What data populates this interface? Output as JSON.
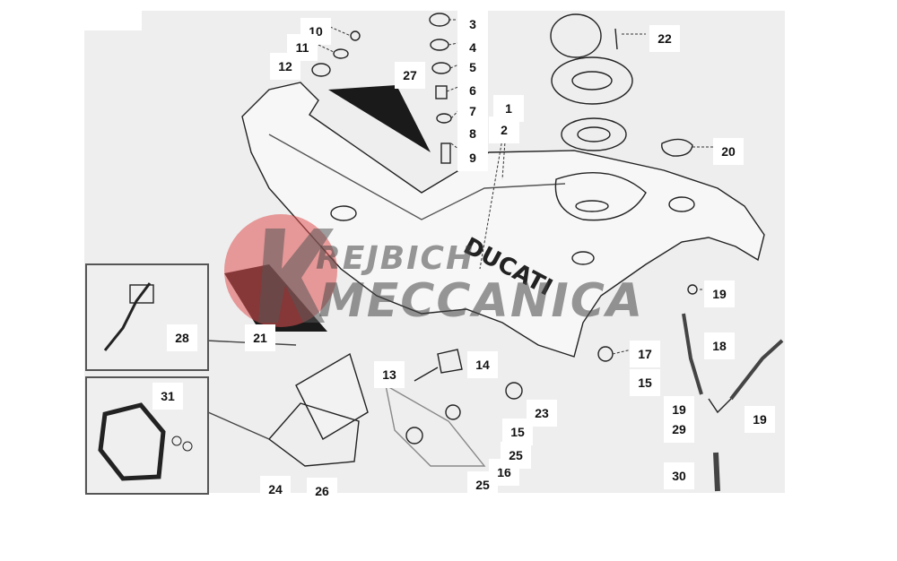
{
  "diagram": {
    "brand_decal": "DUCATI",
    "callouts": [
      {
        "id": "c1",
        "label": "1"
      },
      {
        "id": "c2",
        "label": "2"
      },
      {
        "id": "c3",
        "label": "3"
      },
      {
        "id": "c4",
        "label": "4"
      },
      {
        "id": "c5",
        "label": "5"
      },
      {
        "id": "c6",
        "label": "6"
      },
      {
        "id": "c7",
        "label": "7"
      },
      {
        "id": "c8",
        "label": "8"
      },
      {
        "id": "c9",
        "label": "9"
      },
      {
        "id": "c10",
        "label": "10"
      },
      {
        "id": "c11",
        "label": "11"
      },
      {
        "id": "c12",
        "label": "12"
      },
      {
        "id": "c13",
        "label": "13"
      },
      {
        "id": "c14",
        "label": "14"
      },
      {
        "id": "c15a",
        "label": "15"
      },
      {
        "id": "c15b",
        "label": "15"
      },
      {
        "id": "c16",
        "label": "16"
      },
      {
        "id": "c17",
        "label": "17"
      },
      {
        "id": "c18",
        "label": "18"
      },
      {
        "id": "c19a",
        "label": "19"
      },
      {
        "id": "c19b",
        "label": "19"
      },
      {
        "id": "c19c",
        "label": "19"
      },
      {
        "id": "c20",
        "label": "20"
      },
      {
        "id": "c21",
        "label": "21"
      },
      {
        "id": "c22",
        "label": "22"
      },
      {
        "id": "c23",
        "label": "23"
      },
      {
        "id": "c24",
        "label": "24"
      },
      {
        "id": "c25a",
        "label": "25"
      },
      {
        "id": "c25b",
        "label": "25"
      },
      {
        "id": "c26",
        "label": "26"
      },
      {
        "id": "c27",
        "label": "27"
      },
      {
        "id": "c28",
        "label": "28"
      },
      {
        "id": "c29",
        "label": "29"
      },
      {
        "id": "c30",
        "label": "30"
      },
      {
        "id": "c31",
        "label": "31"
      }
    ]
  },
  "watermark": {
    "line1": "REJBICH",
    "line2": "MECCANICA",
    "logo_color": "#e05050"
  }
}
